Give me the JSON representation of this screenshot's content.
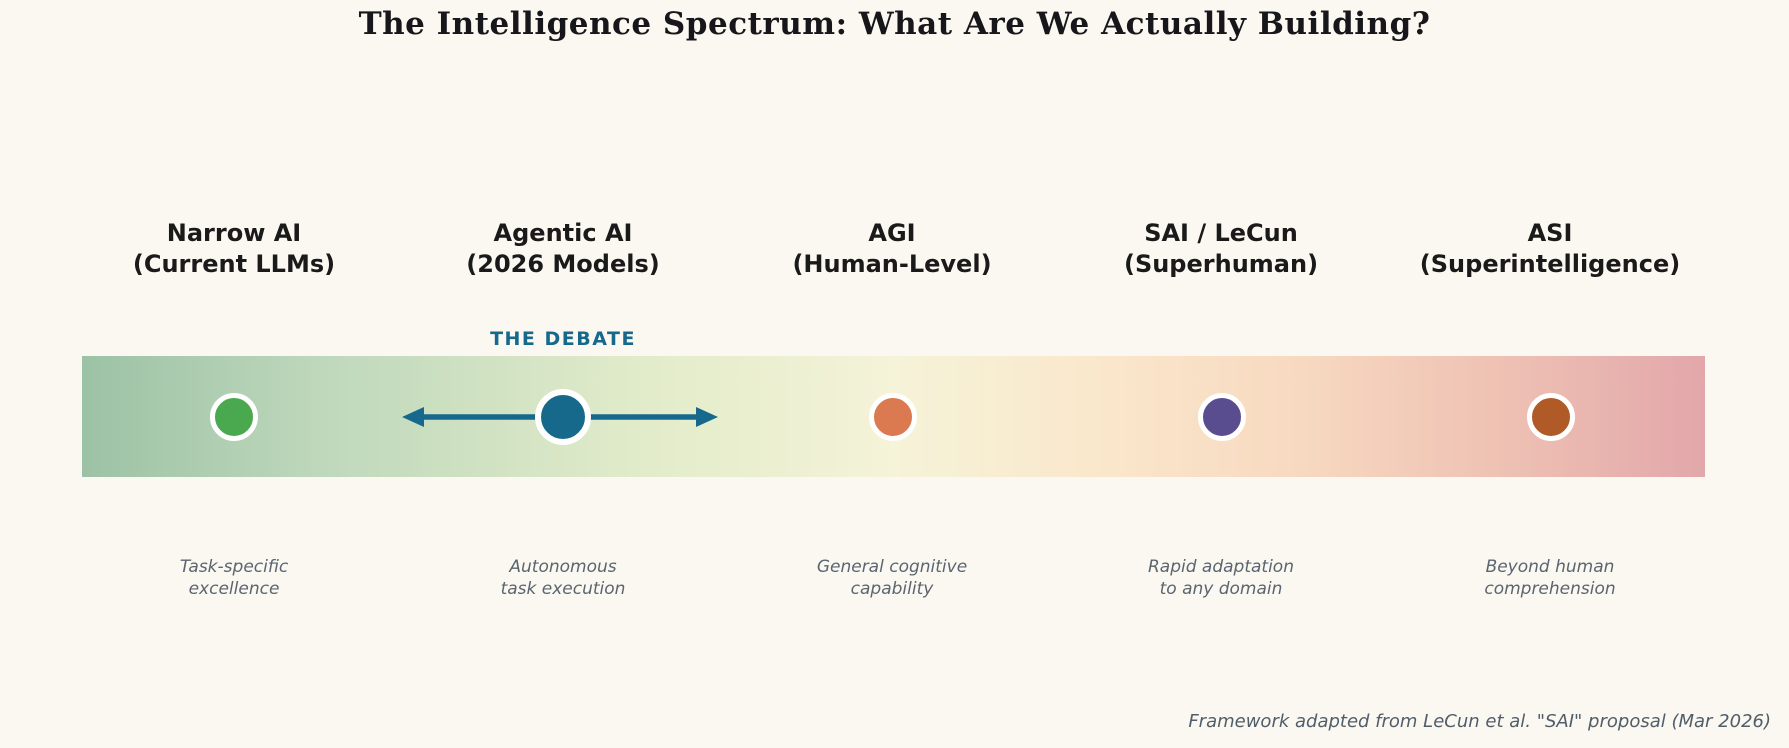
{
  "title": "The Intelligence Spectrum: What Are We Actually Building?",
  "debate": {
    "label": "THE DEBATE",
    "color": "#16698c",
    "arrow_color": "#16698c"
  },
  "bar": {
    "gradient_css": "linear-gradient(90deg, #9cc2a5 0%, #bfd8bc 15%, #e2ecca 35%, #f5f3d8 50%, #fae8cc 62%, #f7d9c0 75%, #efc2b4 87%, #e2a7aa 100%)"
  },
  "stages": [
    {
      "label_line1": "Narrow AI",
      "label_line2": "(Current LLMs)",
      "desc_line1": "Task-specific",
      "desc_line2": "excellence",
      "dot_color": "#4aa84e"
    },
    {
      "label_line1": "Agentic AI",
      "label_line2": "(2026 Models)",
      "desc_line1": "Autonomous",
      "desc_line2": "task execution",
      "dot_color": "#17698c"
    },
    {
      "label_line1": "AGI",
      "label_line2": "(Human-Level)",
      "desc_line1": "General cognitive",
      "desc_line2": "capability",
      "dot_color": "#db7a50"
    },
    {
      "label_line1": "SAI / LeCun",
      "label_line2": "(Superhuman)",
      "desc_line1": "Rapid adaptation",
      "desc_line2": "to any domain",
      "dot_color": "#5a4d8f"
    },
    {
      "label_line1": "ASI",
      "label_line2": "(Superintelligence)",
      "desc_line1": "Beyond human",
      "desc_line2": "comprehension",
      "dot_color": "#b05a28"
    }
  ],
  "footer": "Framework adapted from LeCun et al. \"SAI\" proposal (Mar 2026)",
  "colors": {
    "background": "#fbf8f1",
    "title_text": "#17171b",
    "label_text": "#1a1a1a",
    "description_text": "#5a6570",
    "footer_text": "#515e6a",
    "dot_ring": "#ffffff"
  }
}
